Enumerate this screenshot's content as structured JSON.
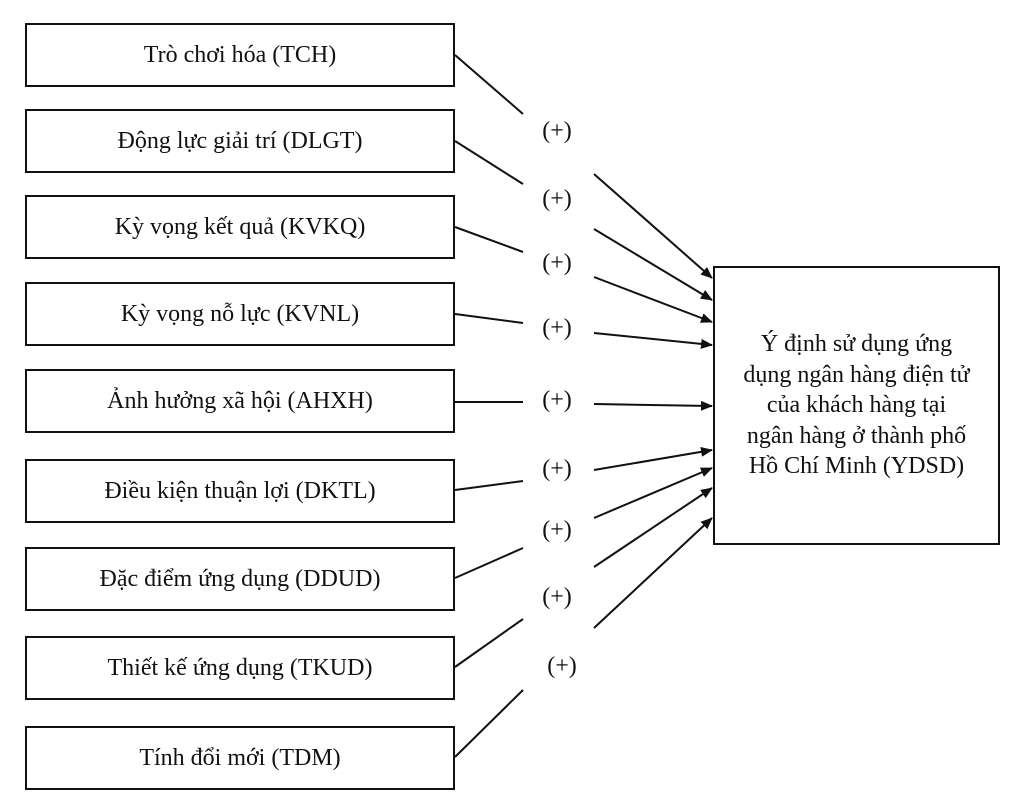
{
  "diagram": {
    "factors": [
      {
        "label": "Trò chơi hóa (TCH)",
        "sign": "(+)"
      },
      {
        "label": "Động lực giải trí (DLGT)",
        "sign": "(+)"
      },
      {
        "label": "Kỳ vọng kết quả (KVKQ)",
        "sign": "(+)"
      },
      {
        "label": "Kỳ vọng nỗ lực (KVNL)",
        "sign": "(+)"
      },
      {
        "label": "Ảnh hưởng xã hội (AHXH)",
        "sign": "(+)"
      },
      {
        "label": "Điều kiện thuận lợi (DKTL)",
        "sign": "(+)"
      },
      {
        "label": "Đặc điểm ứng dụng (DDUD)",
        "sign": "(+)"
      },
      {
        "label": "Thiết kế ứng dụng (TKUD)",
        "sign": "(+)"
      },
      {
        "label": "Tính đổi mới (TDM)",
        "sign": "(+)"
      }
    ],
    "outcome": {
      "lines": [
        "Ý định sử dụng ứng",
        "dụng ngân hàng điện tử",
        "của khách hàng tại",
        "ngân hàng ở thành phố",
        "Hồ Chí Minh (YDSD)"
      ]
    }
  }
}
